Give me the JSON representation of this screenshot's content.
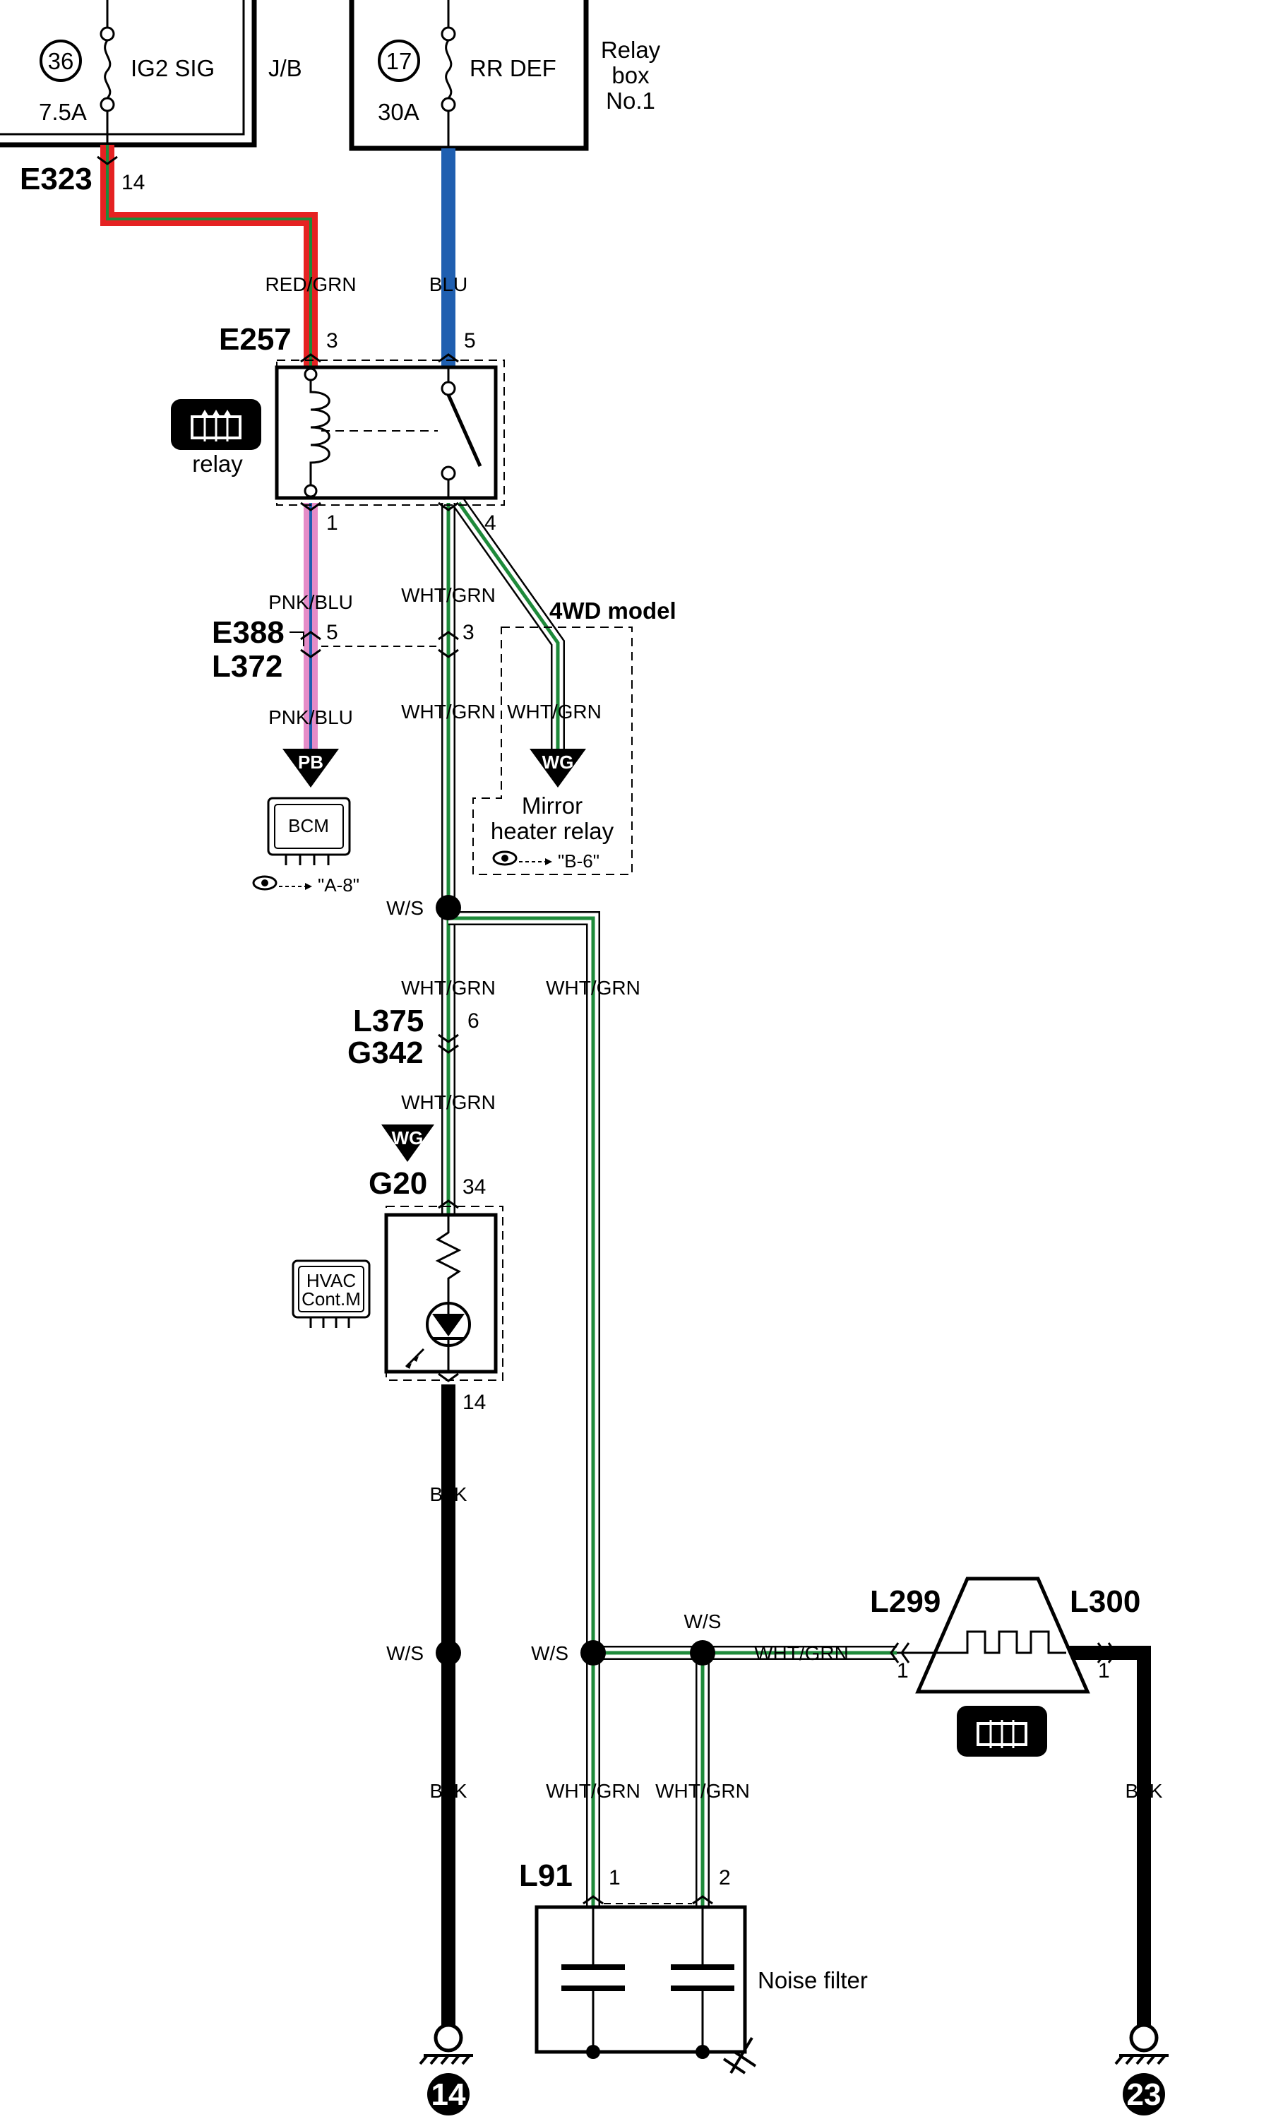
{
  "fuses": [
    {
      "number": "36",
      "name": "IG2 SIG",
      "rating": "7.5A",
      "box": "J/B"
    },
    {
      "number": "17",
      "name": "RR DEF",
      "rating": "30A",
      "box_line1": "Relay",
      "box_line2": "box",
      "box_line3": "No.1"
    }
  ],
  "connectors": {
    "E323": {
      "id": "E323",
      "pin": "14"
    },
    "E257": {
      "id": "E257",
      "pin_a": "3",
      "pin_b": "5",
      "pin_c": "1",
      "pin_d": "4"
    },
    "E388": {
      "id": "E388",
      "pin_a": "5",
      "pin_b": "3"
    },
    "L372": {
      "id": "L372"
    },
    "L375": {
      "id": "L375",
      "pin": "6"
    },
    "G342": {
      "id": "G342"
    },
    "G20": {
      "id": "G20",
      "pin_a": "34",
      "pin_b": "14"
    },
    "L299": {
      "id": "L299",
      "pin": "1"
    },
    "L300": {
      "id": "L300",
      "pin": "1"
    },
    "L91": {
      "id": "L91",
      "pin_a": "1",
      "pin_b": "2"
    }
  },
  "wires": {
    "red_grn": "RED/GRN",
    "blu": "BLU",
    "pnk_blu": "PNK/BLU",
    "wht_grn": "WHT/GRN",
    "blk": "BLK"
  },
  "splices": {
    "ws": "W/S"
  },
  "components": {
    "relay_label": "relay",
    "bcm": "BCM",
    "bcm_ref": "\"A-8\"",
    "model_4wd": "4WD model",
    "mirror_line1": "Mirror",
    "mirror_line2": "heater relay",
    "mirror_ref": "\"B-6\"",
    "hvac_line1": "HVAC",
    "hvac_line2": "Cont.M",
    "noise_filter": "Noise filter"
  },
  "tags": {
    "pb": "PB",
    "wg": "WG"
  },
  "grounds": {
    "g14": "14",
    "g23": "23"
  },
  "colors": {
    "red": "#e52222",
    "green": "#1e8a3a",
    "blue": "#1f5fb0",
    "pink": "#e58cc8",
    "black": "#000000"
  },
  "icons": [
    "rear-defogger-icon",
    "fuse-icon",
    "relay-coil-icon",
    "led-icon",
    "capacitor-icon",
    "ground-icon",
    "eye-reference-icon",
    "module-icon"
  ]
}
